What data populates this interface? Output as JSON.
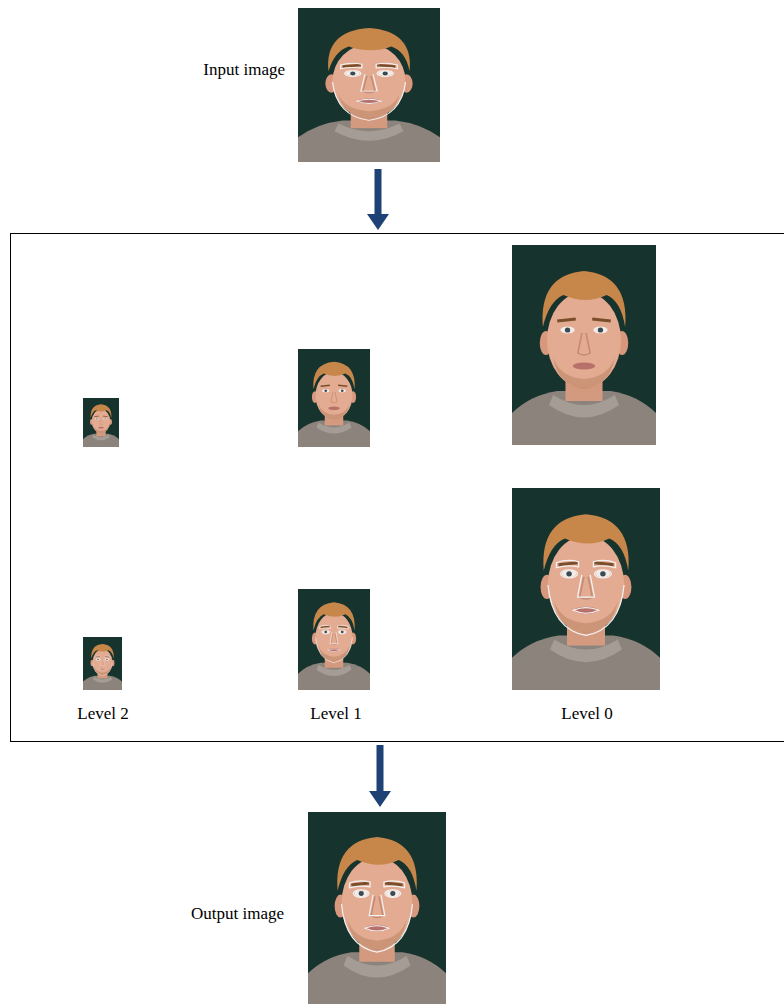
{
  "diagram": {
    "nodes": [
      {
        "text": [
          "Input image"
        ]
      },
      {
        "text": [
          "Level 2",
          "Level 1",
          "Level 0"
        ]
      },
      {
        "text": [
          "Output image"
        ]
      }
    ],
    "edges": [
      {
        "from": 0,
        "to": 1,
        "arrow": "to"
      },
      {
        "from": 1,
        "to": 2,
        "arrow": "to"
      }
    ]
  }
}
